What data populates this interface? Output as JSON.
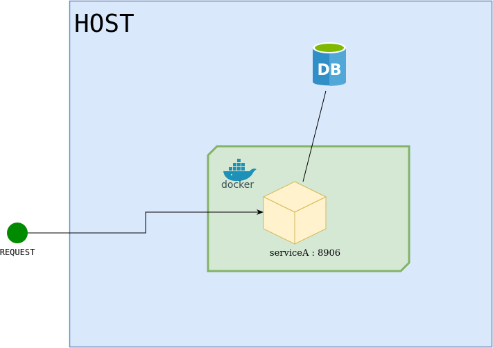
{
  "host": {
    "title": "HOST"
  },
  "request": {
    "label": "REQUEST"
  },
  "database": {
    "label": "DB"
  },
  "docker": {
    "logo_text": "docker"
  },
  "service": {
    "label": "serviceA : 8906"
  },
  "colors": {
    "host_fill": "#dae8fc",
    "host_stroke": "#6c8ebf",
    "docker_fill": "#d5e8d4",
    "docker_stroke": "#82b366",
    "service_fill": "#fff2cc",
    "service_stroke": "#d6b656",
    "request_node": "#008a00",
    "db_blue": "#2f8fc6",
    "db_top": "#7fba00",
    "docker_blue": "#1d91b8"
  }
}
